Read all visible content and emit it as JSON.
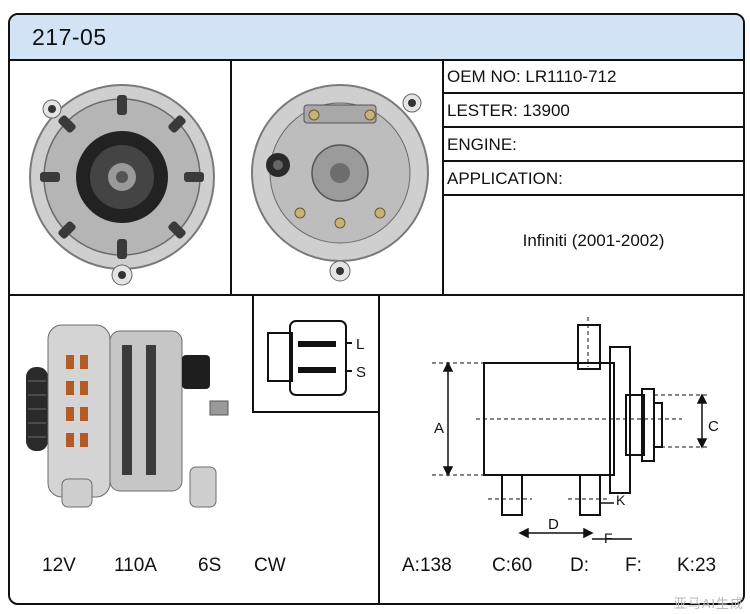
{
  "header": {
    "part_number": "217-05"
  },
  "info": {
    "oem_label": "OEM NO:",
    "oem_value": "LR1110-712",
    "lester_label": "LESTER:",
    "lester_value": "13900",
    "engine_label": "ENGINE:",
    "engine_value": "",
    "application_label": "APPLICATION:",
    "application_value": "Infiniti (2001-2002)"
  },
  "connector": {
    "pin_top": "L",
    "pin_bottom": "S"
  },
  "electrical": {
    "voltage": "12V",
    "amperage": "110A",
    "pulley": "6S",
    "rotation": "CW"
  },
  "dimensions": {
    "a_label": "A:",
    "a_value": "138",
    "c_label": "C:",
    "c_value": "60",
    "d_label": "D:",
    "d_value": "",
    "f_label": "F:",
    "f_value": "",
    "k_label": "K:",
    "k_value": "23"
  },
  "drawing_labels": {
    "a": "A",
    "c": "C",
    "d": "D",
    "f": "F",
    "k": "K"
  },
  "watermark": "亚马AI生成"
}
